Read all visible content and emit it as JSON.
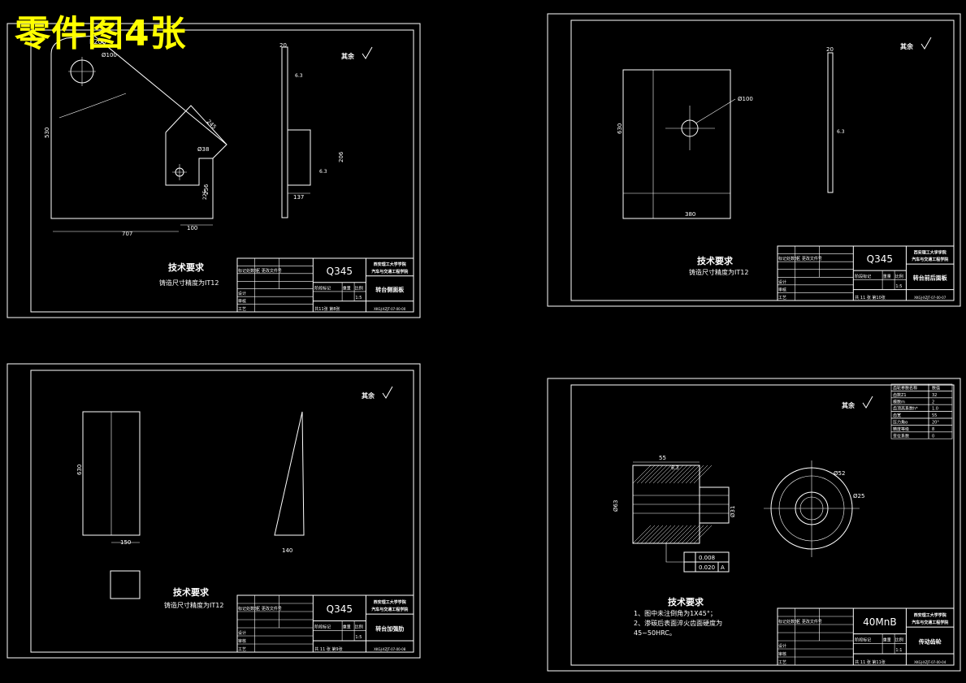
{
  "page_title": "零件图4张",
  "common": {
    "tech_req": "技术要求",
    "surface_mark": "其余",
    "ratio_label": "比例",
    "ratio": "1:5",
    "design": "设计",
    "review": "审核",
    "process": "工艺",
    "stage_label": "阶段标记",
    "weight_label": "重量",
    "tb_mark_a": "标记处数分",
    "tb_mark_b": "区 更改文件号"
  },
  "sheets": [
    {
      "id": "tl",
      "material": "Q345",
      "school": "西安理工大学学院 汽车与交通工程学院",
      "part_name": "转台侧面板",
      "sheets_info": "共11张 第8张",
      "code": "XKGJ-XZJT-07-00-00",
      "note": "铸造尺寸精度为IT12",
      "dims": {
        "r": "R200",
        "d1": "Ø100",
        "d2": "Ø38",
        "h": "530",
        "w1": "707",
        "w2": "100",
        "a1": "245",
        "a2": "225",
        "a3": "256",
        "t1": "20",
        "h2": "206",
        "w3": "137",
        "ra1": "6.3",
        "ra2": "6.3"
      }
    },
    {
      "id": "tr",
      "material": "Q345",
      "school": "西安理工大学学院 汽车与交通工程学院",
      "part_name": "转台前后面板",
      "sheets_info": "共 11 张 第10张",
      "code": "XKGJ-XZJT-07-00-07",
      "note": "铸造尺寸精度为IT12",
      "dims": {
        "d1": "Ø100",
        "h": "630",
        "w": "380",
        "t": "20",
        "ra1": "6.3"
      }
    },
    {
      "id": "bl",
      "material": "Q345",
      "school": "西安理工大学学院 汽车与交通工程学院",
      "part_name": "转台加强肋",
      "sheets_info": "共 11 张 第9张",
      "code": "XKGJ-XZJT-07-00-08",
      "note": "铸造尺寸精度为IT12",
      "dims": {
        "h": "630",
        "w1": "150",
        "w2": "140"
      }
    },
    {
      "id": "br",
      "material": "40MnB",
      "school": "西安理工大学学院 汽车与交通工程学院",
      "part_name": "传动齿轮",
      "sheets_info": "共 11 张 第11张",
      "code": "XKGJ-XZJT-07-00-04",
      "ratio": "1:1",
      "notes": [
        "1、图中未注倒角为1X45°；",
        "2、渗碳后表面淬火齿面硬度为",
        "45~50HRC。"
      ],
      "dims": {
        "w": "55",
        "d1": "Ø63",
        "d2": "Ø31",
        "d3": "Ø25",
        "d4": "Ø52",
        "ra": "6.3",
        "tol1": "0.008",
        "tol2": "0.020",
        "datum": "A"
      },
      "param_table": [
        [
          "齿轮参数名称",
          "数值"
        ],
        [
          "齿数Z1",
          "32"
        ],
        [
          "模数m",
          "2"
        ],
        [
          "齿顶高系数h*",
          "1.0"
        ],
        [
          "齿宽",
          "55"
        ],
        [
          "压力角α",
          "20°"
        ],
        [
          "精度等级",
          "8"
        ],
        [
          "变位系数",
          "0"
        ]
      ]
    }
  ]
}
